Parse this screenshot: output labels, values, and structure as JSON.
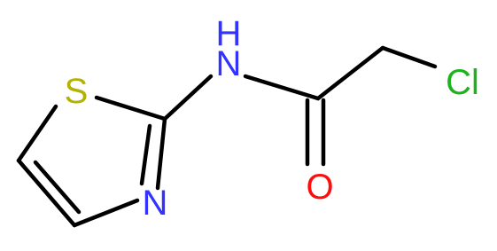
{
  "colors": {
    "bond": "#000000",
    "sulfur": "#b2b200",
    "nitrogen": "#3333ff",
    "oxygen": "#ff0d0d",
    "chlorine": "#1fb21f"
  },
  "atoms": {
    "sulfur": "S",
    "ring_nitrogen": "N",
    "amide_nitrogen": "N",
    "amide_hydrogen": "H",
    "oxygen": "O",
    "chlorine": "Cl"
  }
}
